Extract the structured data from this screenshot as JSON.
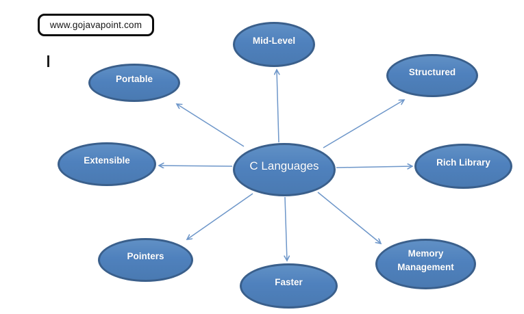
{
  "watermark": {
    "text": "www.gojavapoint.com"
  },
  "diagram": {
    "type": "hub-and-spoke",
    "center": {
      "id": "c-languages",
      "label": "C Languages"
    },
    "nodes": [
      {
        "id": "portable",
        "label": "Portable"
      },
      {
        "id": "mid-level",
        "label": "Mid-Level"
      },
      {
        "id": "structured",
        "label": "Structured"
      },
      {
        "id": "extensible",
        "label": "Extensible"
      },
      {
        "id": "rich-library",
        "label": "Rich Library"
      },
      {
        "id": "pointers",
        "label": "Pointers"
      },
      {
        "id": "faster",
        "label": "Faster"
      },
      {
        "id": "memory-management",
        "label": "Memory Management"
      }
    ],
    "connections": [
      {
        "from": "c-languages",
        "to": "portable"
      },
      {
        "from": "c-languages",
        "to": "mid-level"
      },
      {
        "from": "c-languages",
        "to": "structured"
      },
      {
        "from": "c-languages",
        "to": "extensible"
      },
      {
        "from": "c-languages",
        "to": "rich-library"
      },
      {
        "from": "c-languages",
        "to": "pointers"
      },
      {
        "from": "c-languages",
        "to": "faster"
      },
      {
        "from": "c-languages",
        "to": "memory-management"
      }
    ],
    "colors": {
      "node_fill": "#4f81bd",
      "node_border": "#3a5f8b",
      "arrow": "#6d96c9",
      "label_text": "#ffffff"
    }
  }
}
